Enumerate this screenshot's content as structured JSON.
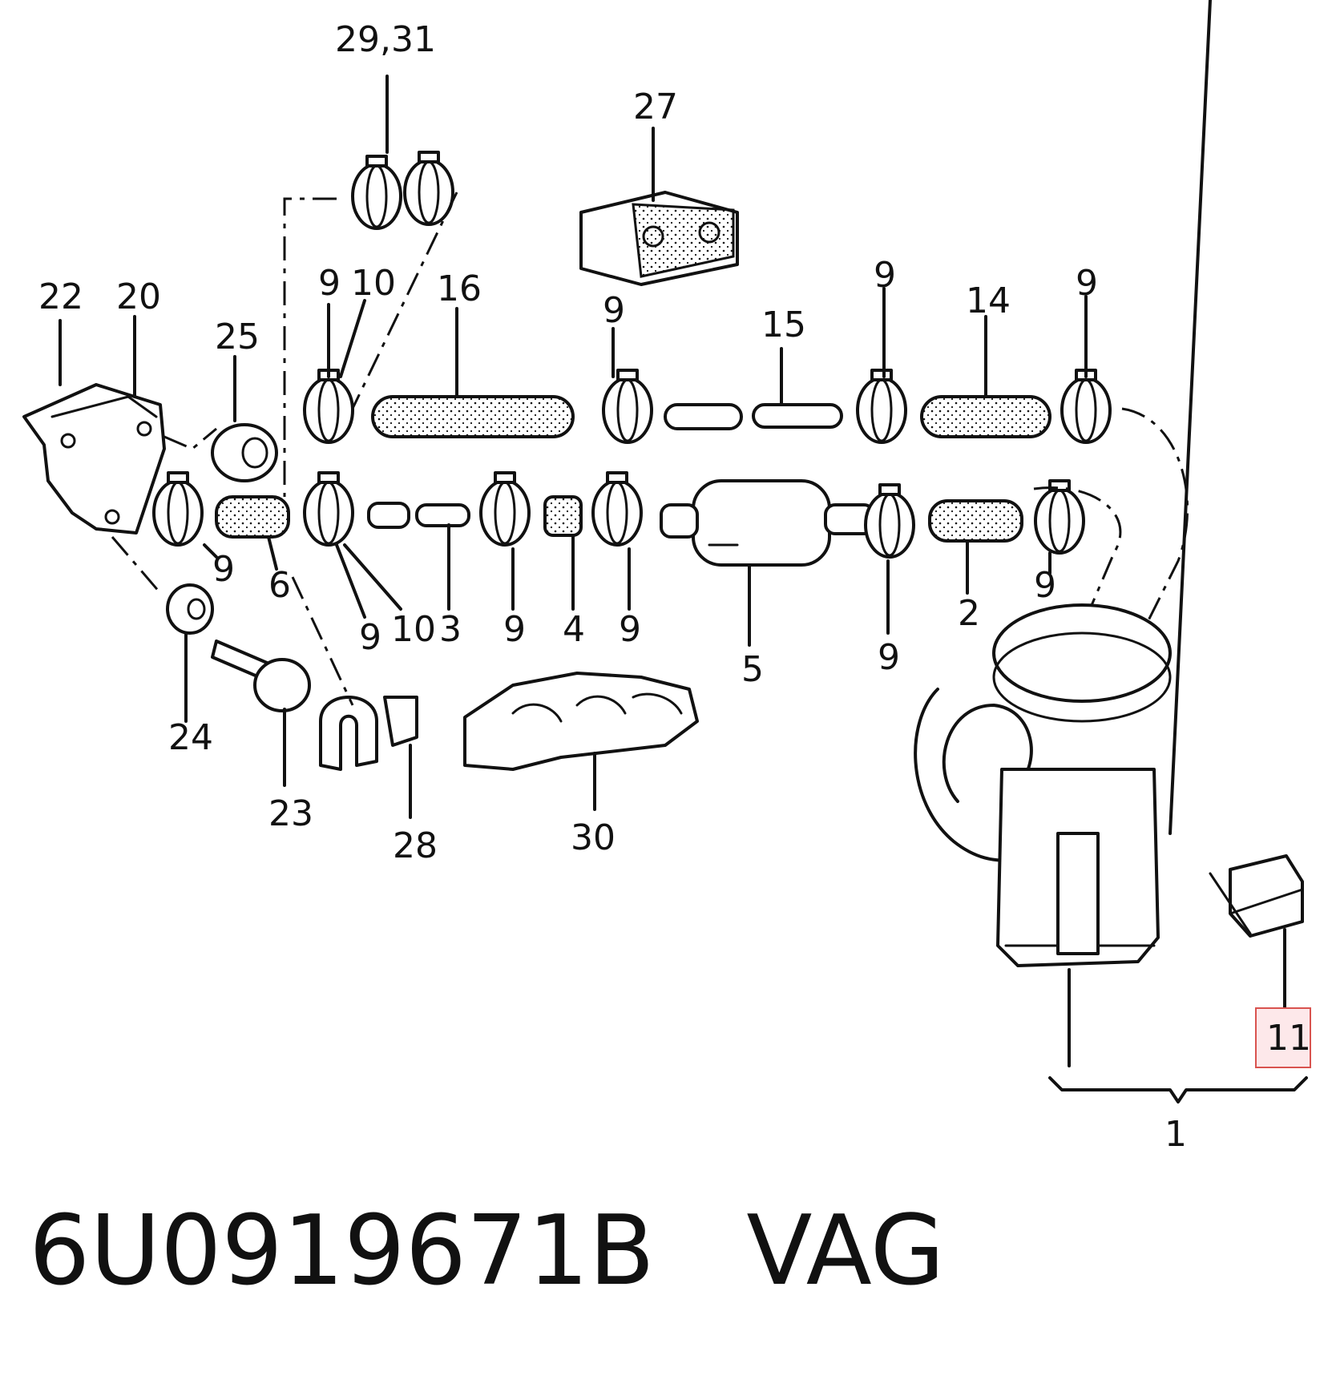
{
  "caption": {
    "part_number": "6U0919671B",
    "brand": "VAG"
  },
  "callouts": {
    "c1": "1",
    "c2": "2",
    "c3": "3",
    "c4": "4",
    "c5": "5",
    "c6": "6",
    "c9": "9",
    "c10": "10",
    "c11": "11",
    "c14": "14",
    "c15": "15",
    "c16": "16",
    "c20": "20",
    "c22": "22",
    "c23": "23",
    "c24": "24",
    "c25": "25",
    "c27": "27",
    "c28": "28",
    "c29_31": "29,31",
    "c30": "30"
  },
  "highlight": {
    "callout": "11",
    "color": "#d9534f"
  }
}
